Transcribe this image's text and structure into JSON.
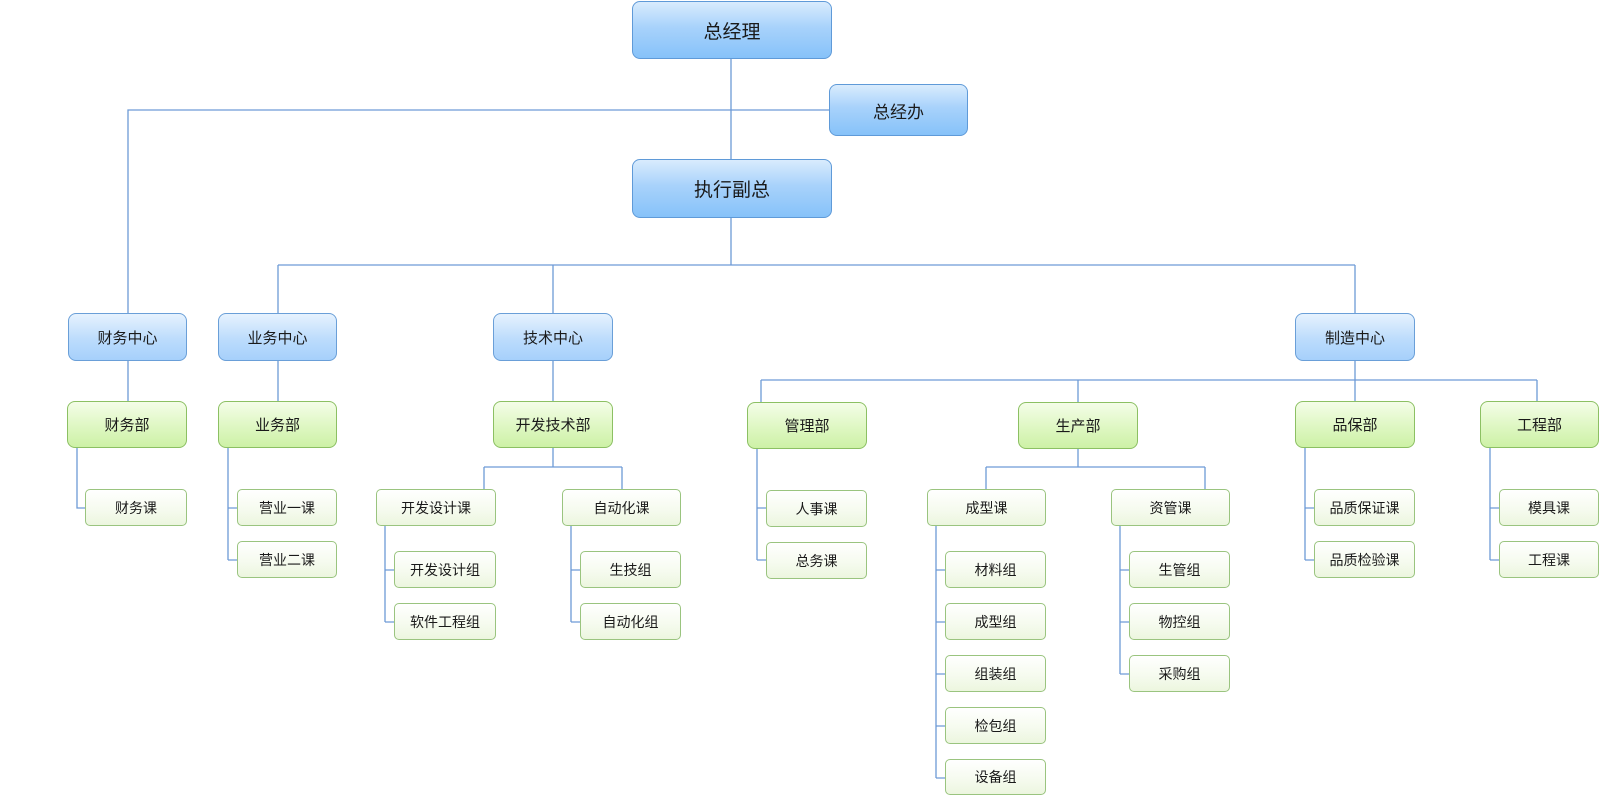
{
  "org_chart": {
    "general_manager": "总经理",
    "gm_office": "总经办",
    "executive_vp": "执行副总",
    "centers": {
      "finance": "财务中心",
      "business": "业务中心",
      "technology": "技术中心",
      "manufacturing": "制造中心"
    },
    "departments": {
      "finance": "财务部",
      "business": "业务部",
      "dev_tech": "开发技术部",
      "management": "管理部",
      "production": "生产部",
      "quality": "品保部",
      "engineering": "工程部"
    },
    "sections": {
      "finance": "财务课",
      "sales_1": "营业一课",
      "sales_2": "营业二课",
      "dev_design": "开发设计课",
      "automation": "自动化课",
      "hr": "人事课",
      "general_affairs": "总务课",
      "molding": "成型课",
      "materials_mgmt": "资管课",
      "qa": "品质保证课",
      "qc": "品质检验课",
      "mold": "模具课",
      "engineering": "工程课"
    },
    "groups": {
      "dev_design": "开发设计组",
      "software": "软件工程组",
      "prod_tech": "生技组",
      "automation": "自动化组",
      "material": "材料组",
      "molding": "成型组",
      "assembly": "组装组",
      "inspection_packing": "检包组",
      "equipment": "设备组",
      "prod_control": "生管组",
      "material_control": "物控组",
      "purchasing": "采购组"
    }
  },
  "colors": {
    "connector": "#6d9ad6",
    "blue_node": "#86c2f9",
    "green_node": "#cdf1a6",
    "pale_node": "#f3f9ea"
  }
}
